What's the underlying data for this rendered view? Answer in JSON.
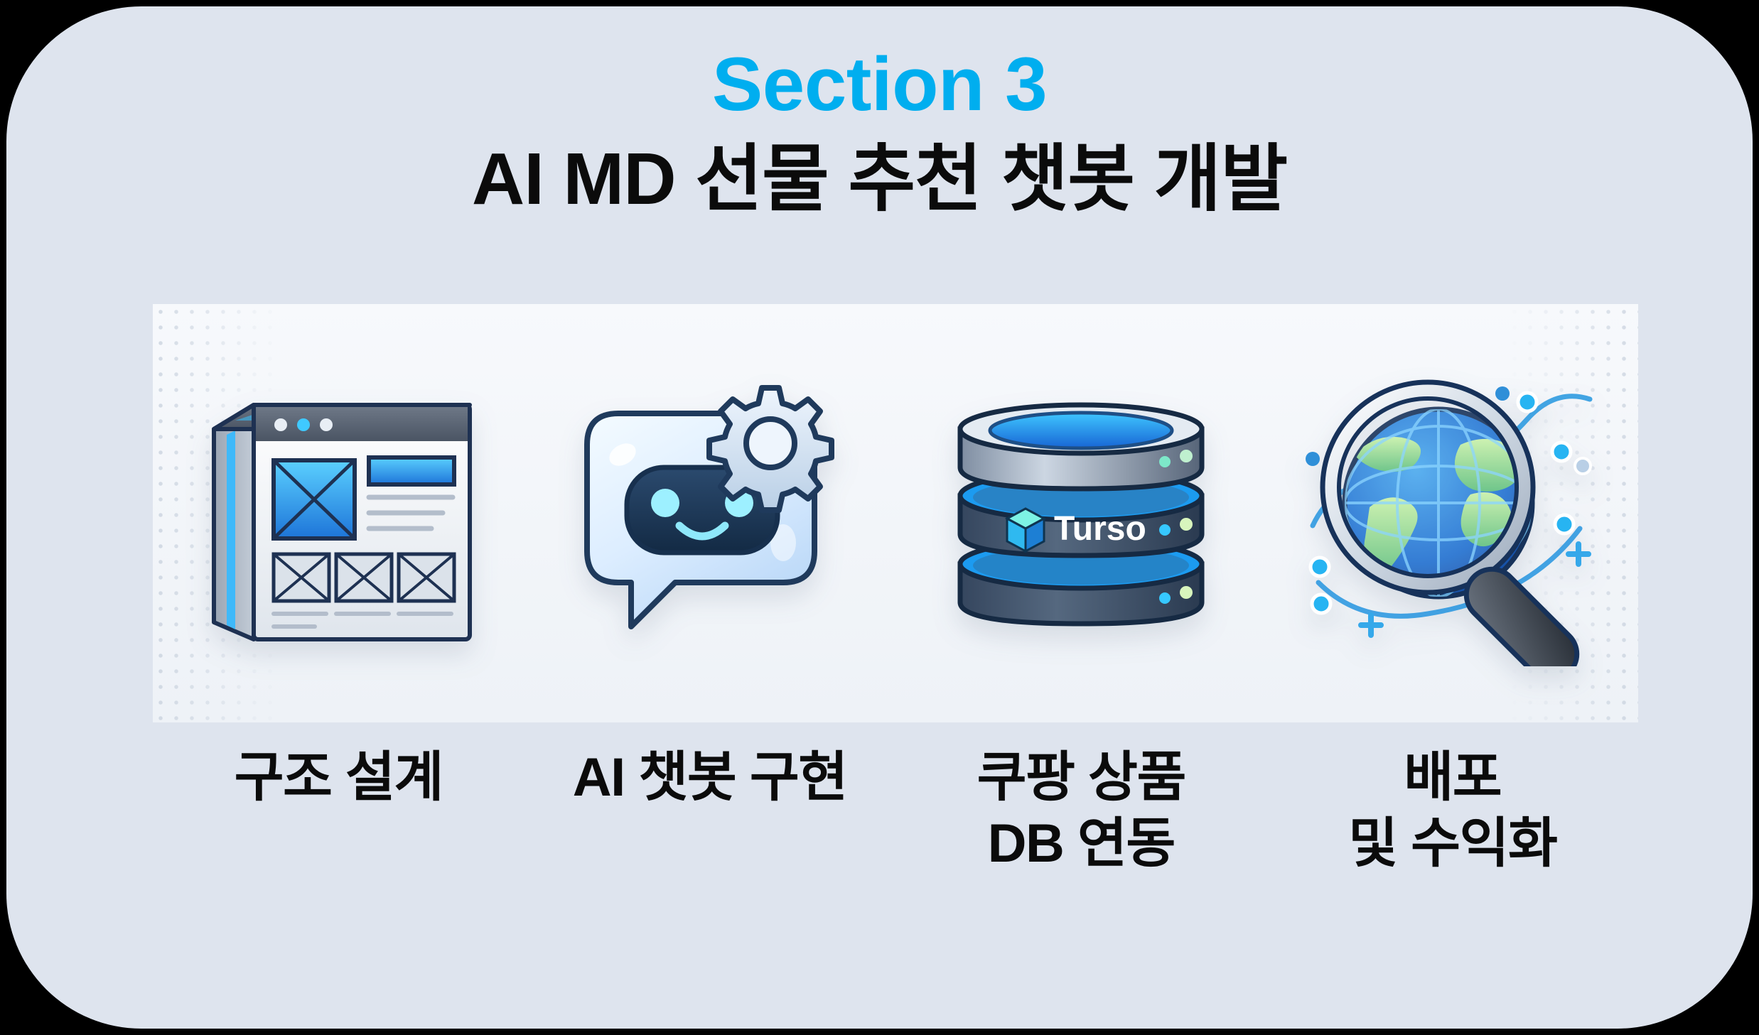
{
  "card": {
    "background_color": "#dee4ee",
    "accent_color": "#00aeef",
    "text_color": "#0b0b0b",
    "strip_background_color": "#f4f6fa"
  },
  "heading": {
    "kicker": "Section 3",
    "title": "AI MD 선물 추천 챗봇 개발"
  },
  "steps": [
    {
      "icon": "wireframe-window-icon",
      "label_line1": "구조 설계",
      "label_line2": ""
    },
    {
      "icon": "chatbot-gear-icon",
      "label_line1": "AI 챗봇 구현",
      "label_line2": ""
    },
    {
      "icon": "database-turso-icon",
      "label_line1": "쿠팡 상품",
      "label_line2": "DB 연동",
      "logo_text": "Turso"
    },
    {
      "icon": "globe-magnifier-icon",
      "label_line1": "배포",
      "label_line2": "및 수익화"
    }
  ]
}
